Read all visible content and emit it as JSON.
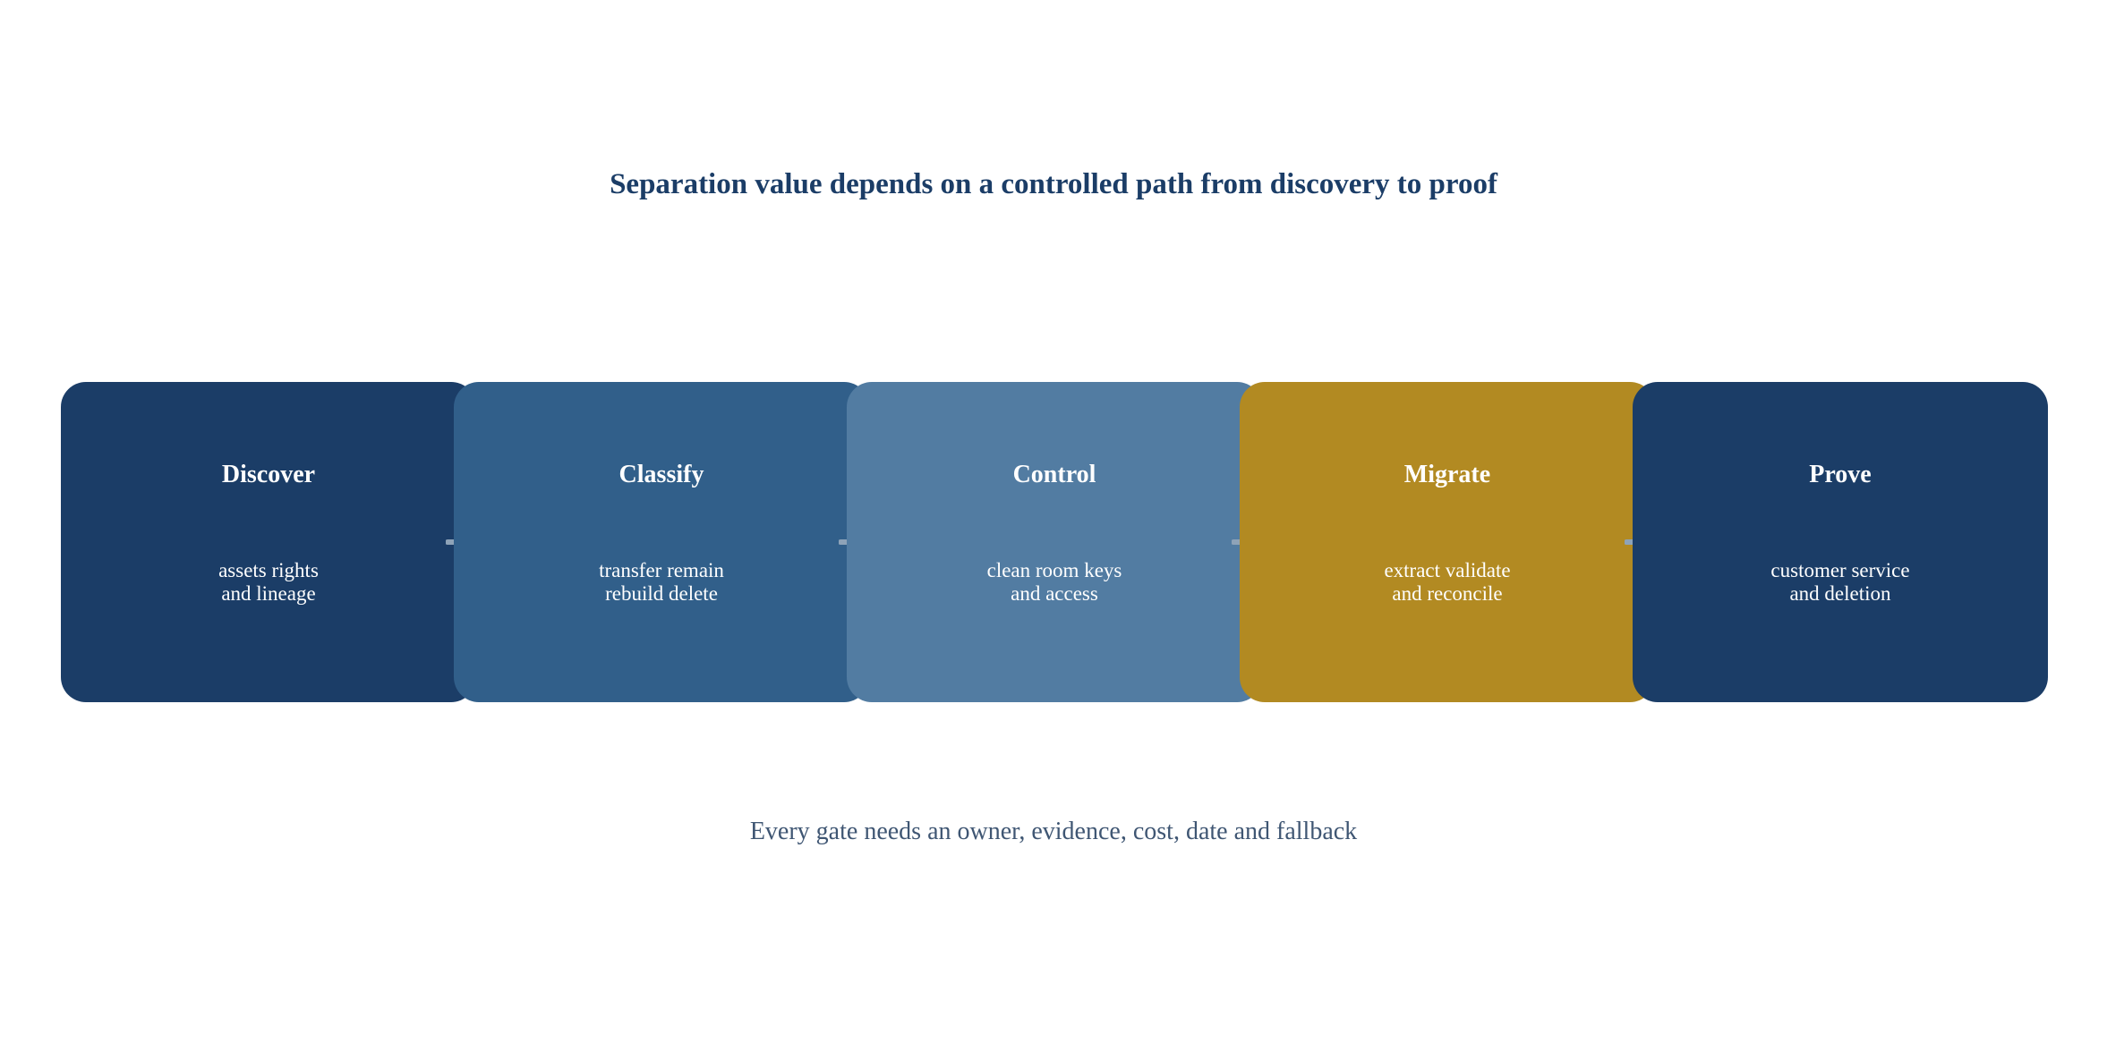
{
  "title": "Separation value depends on a controlled path from discovery to proof",
  "footer": "Every gate needs an owner, evidence, cost, date and fallback",
  "colors": {
    "title": "#1b3d67",
    "footer": "#3f5673",
    "arrow": "#8ea3b8"
  },
  "steps": [
    {
      "title": "Discover",
      "desc_line1": "assets rights",
      "desc_line2": "and lineage",
      "color": "#1b3d67"
    },
    {
      "title": "Classify",
      "desc_line1": "transfer remain",
      "desc_line2": "rebuild delete",
      "color": "#315f8a"
    },
    {
      "title": "Control",
      "desc_line1": "clean room keys",
      "desc_line2": "and access",
      "color": "#527ca2"
    },
    {
      "title": "Migrate",
      "desc_line1": "extract validate",
      "desc_line2": "and reconcile",
      "color": "#b28a22"
    },
    {
      "title": "Prove",
      "desc_line1": "customer service",
      "desc_line2": "and deletion",
      "color": "#1b3d67"
    }
  ]
}
